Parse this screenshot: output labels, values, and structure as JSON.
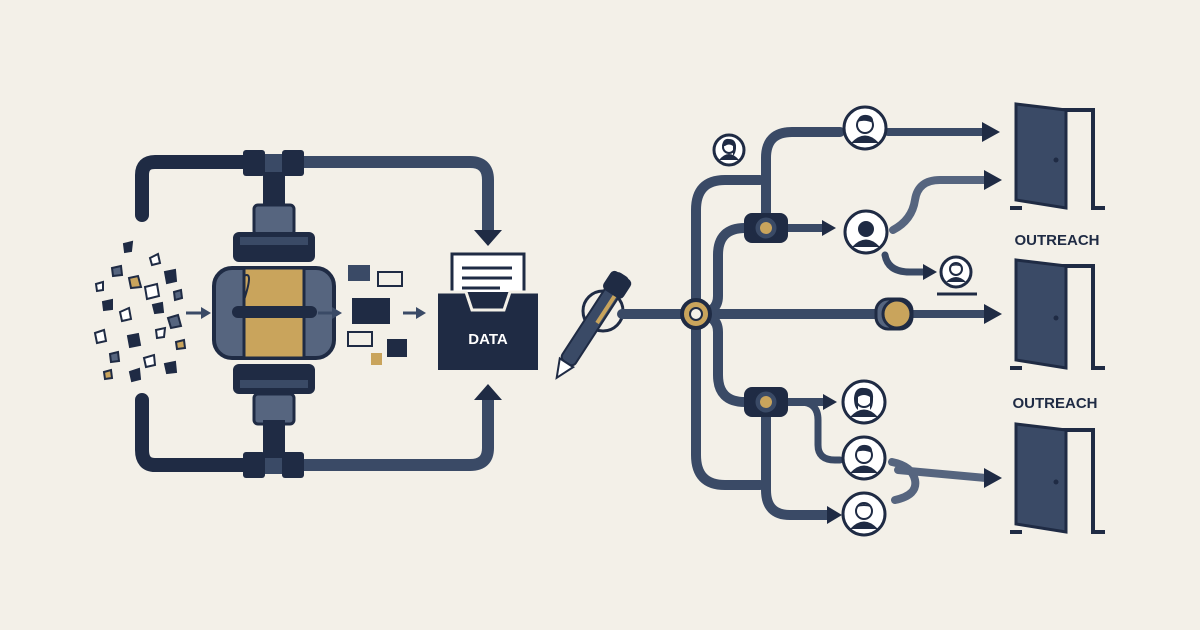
{
  "data_box": {
    "label": "DATA"
  },
  "outreach": {
    "label_top": "OUTREACH",
    "label_bottom": "OUTREACH"
  },
  "colors": {
    "background": "#f3f0e8",
    "navy": "#1f2b44",
    "slate": "#3a4a66",
    "steel": "#56657f",
    "gold": "#c9a45c"
  }
}
